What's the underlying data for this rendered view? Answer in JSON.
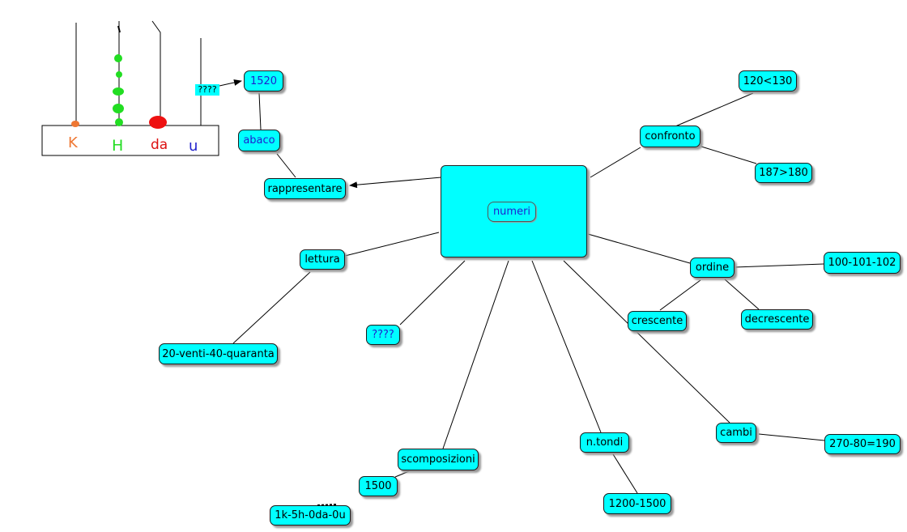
{
  "nodes": {
    "root_label": "numeri",
    "confronto": "confronto",
    "n120_130": "120<130",
    "n187_180": "187>180",
    "ordine": "ordine",
    "n100_101_102": "100-101-102",
    "crescente": "crescente",
    "decrescente": "decrescente",
    "cambi": "cambi",
    "n270_80_190": "270-80=190",
    "n_tondi": "n.tondi",
    "n1200_1500": "1200-1500",
    "scomposizioni": "scomposizioni",
    "n1500": "1500",
    "n1k5h": "1k-5h-0da-0u",
    "question_node": "????",
    "lettura": "lettura",
    "n20_venti": "20-venti-40-quaranta",
    "rappresentare": "rappresentare",
    "abaco": "abaco",
    "n1520": "1520"
  },
  "abacus": {
    "question_label": "????",
    "column_labels": [
      "K",
      "H",
      "da",
      "u"
    ]
  },
  "colors": {
    "node_fill": "#00ffff",
    "link": "#000000",
    "blue_text": "#1f1fd0",
    "bead_green": "#22dd22",
    "bead_red": "#ee1111",
    "bead_orange": "#ee7733"
  }
}
